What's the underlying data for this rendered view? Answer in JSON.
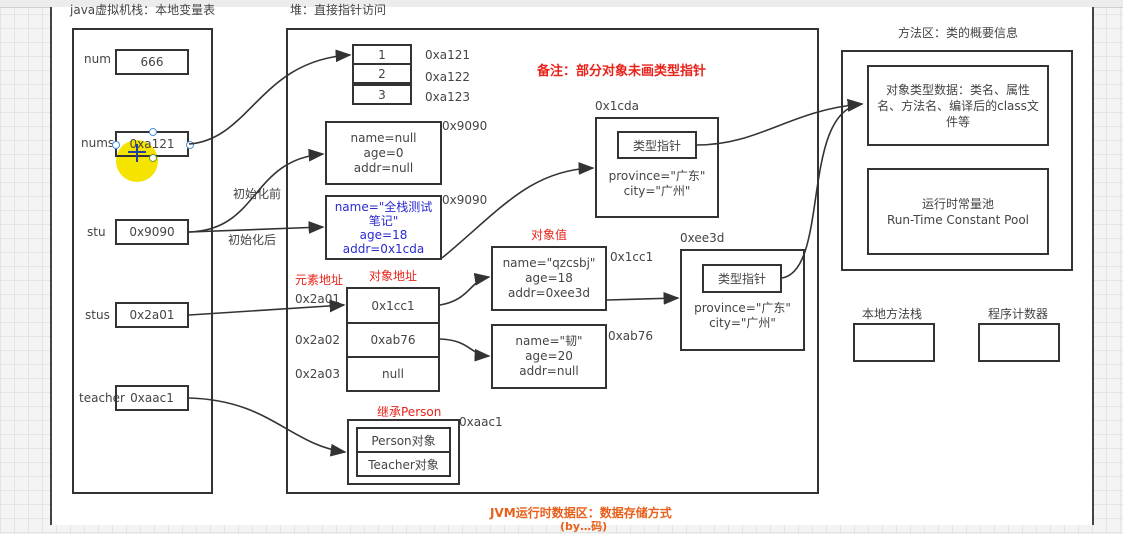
{
  "headers": {
    "stack_title": "java虚拟机栈：本地变量表",
    "heap_title": "堆：直接指针访问",
    "method_area_title": "方法区：类的概要信息",
    "note": "备注：部分对象未画类型指针",
    "footer_line1": "JVM运行时数据区：数据存储方式",
    "footer_line2": "(by…码)"
  },
  "stack": {
    "vars": [
      {
        "name": "num",
        "value": "666"
      },
      {
        "name": "nums",
        "value": "0xa121"
      },
      {
        "name": "stu",
        "value": "0x9090"
      },
      {
        "name": "stus",
        "value": "0x2a01"
      },
      {
        "name": "teacher",
        "value": "0xaac1"
      }
    ]
  },
  "heap": {
    "int_array": {
      "cells": [
        "1",
        "2",
        "3"
      ],
      "addresses": [
        "0xa121",
        "0xa122",
        "0xa123"
      ]
    },
    "stu_before": {
      "label": "初始化前",
      "address": "0x9090",
      "lines": [
        "name=null",
        "age=0",
        "addr=null"
      ]
    },
    "stu_after": {
      "label": "初始化后",
      "address": "0x9090",
      "lines": [
        "name=\"全栈测试",
        "笔记\"",
        "age=18",
        "addr=0x1cda"
      ]
    },
    "addr_obj_1": {
      "address": "0x1cda",
      "type_pointer": "类型指针",
      "lines": [
        "province=\"广东\"",
        "city=\"广州\""
      ]
    },
    "array_labels": {
      "element_address": "元素地址",
      "object_address": "对象地址",
      "object_value": "对象值"
    },
    "stu_array": {
      "element_addresses": [
        "0x2a01",
        "0x2a02",
        "0x2a03"
      ],
      "cells": [
        "0x1cc1",
        "0xab76",
        "null"
      ]
    },
    "stu_obj_1": {
      "address": "0x1cc1",
      "lines": [
        "name=\"qzcsbj\"",
        "age=18",
        "addr=0xee3d"
      ]
    },
    "stu_obj_2": {
      "address": "0xab76",
      "lines": [
        "name=\"韧\"",
        "age=20",
        "addr=null"
      ]
    },
    "addr_obj_2": {
      "address": "0xee3d",
      "type_pointer": "类型指针",
      "lines": [
        "province=\"广东\"",
        "city=\"广州\""
      ]
    },
    "teacher_obj": {
      "label": "继承Person",
      "address": "0xaac1",
      "parts": [
        "Person对象",
        "Teacher对象"
      ]
    }
  },
  "method_area": {
    "class_data": "对象类型数据：类名、属性名、方法名、编译后的class文件等",
    "constant_pool_cn": "运行时常量池",
    "constant_pool_en": "Run-Time Constant Pool"
  },
  "other_areas": {
    "native_stack": "本地方法栈",
    "program_counter": "程序计数器"
  }
}
